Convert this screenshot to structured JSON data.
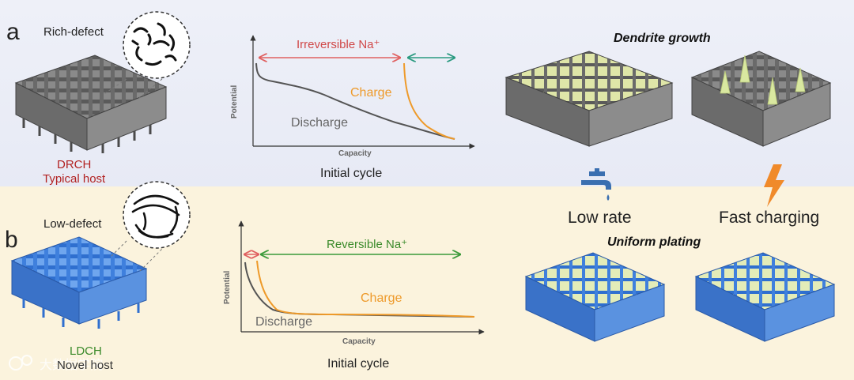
{
  "panel_a": {
    "letter": "a",
    "defect_label": "Rich-defect",
    "host_name": "DRCH",
    "host_type": "Typical  host",
    "chart": {
      "arrow_label": "Irreversible Na⁺",
      "ylabel": "Potential",
      "xlabel": "Capacity",
      "charge": "Charge",
      "discharge": "Discharge",
      "caption": "Initial cycle"
    },
    "heading": "Dendrite growth"
  },
  "panel_b": {
    "letter": "b",
    "defect_label": "Low-defect",
    "host_name": "LDCH",
    "host_type": "Novel host",
    "chart": {
      "arrow_label": "Reversible Na⁺",
      "ylabel": "Potential",
      "xlabel": "Capacity",
      "charge": "Charge",
      "discharge": "Discharge",
      "caption": "Initial cycle"
    },
    "heading": "Uniform plating"
  },
  "conditions": {
    "low_rate": "Low rate",
    "fast_charging": "Fast charging"
  },
  "watermark": "大数据学院",
  "colors": {
    "red": "#e06060",
    "orange": "#ee9a2a",
    "gray_curve": "#555555",
    "green": "#3a9a3a",
    "teal": "#2a9a80",
    "host_gray": "#5f5f5f",
    "host_blue": "#3a7fd8",
    "plating": "#dfe9b0",
    "faucet": "#3a6fb0",
    "bolt": "#f08a2a"
  }
}
